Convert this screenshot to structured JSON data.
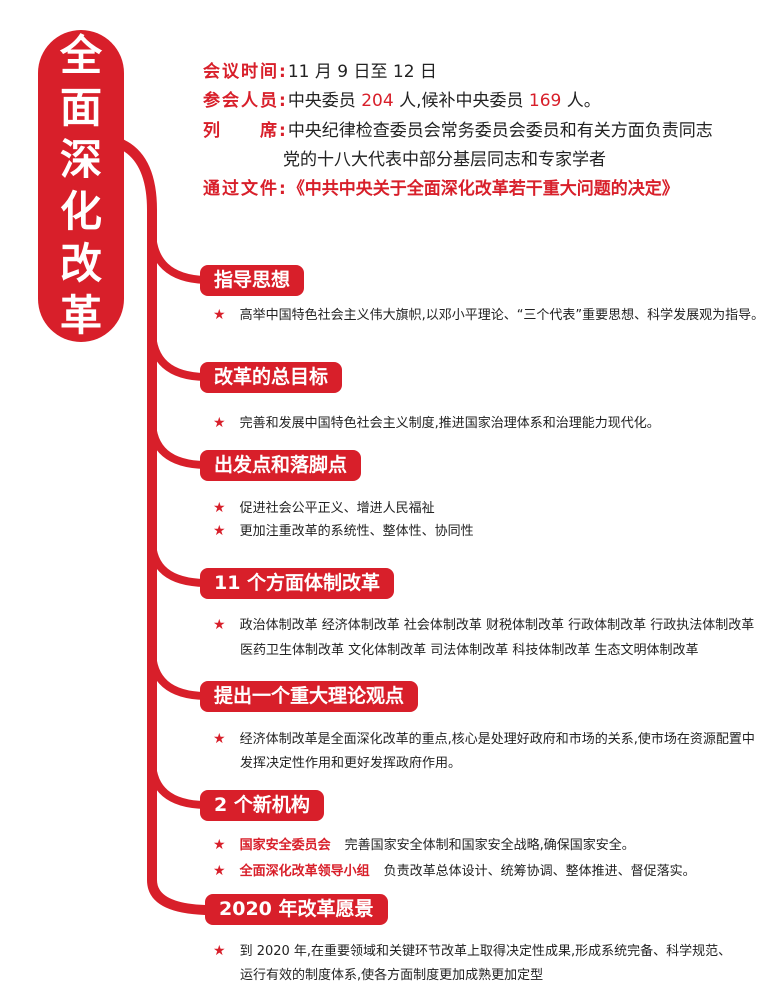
{
  "title_chars": [
    "全",
    "面",
    "深",
    "化",
    "改",
    "革"
  ],
  "info": {
    "time": {
      "label": "会议时间:",
      "value": "11 月 9 日至 12 日"
    },
    "attendees": {
      "label": "参会人员:",
      "pre": "中央委员 ",
      "n1": "204",
      "mid": " 人,候补中央委员 ",
      "n2": "169",
      "post": " 人。"
    },
    "present": {
      "label": "列　　席:",
      "line1": "中央纪律检查委员会常务委员会委员和有关方面负责同志",
      "line2": "党的十八大代表中部分基层同志和专家学者"
    },
    "document": {
      "label": "通过文件:",
      "value": "《中共中央关于全面深化改革若干重大问题的决定》"
    }
  },
  "sections": [
    {
      "title": "指导思想",
      "lines": [
        "高举中国特色社会主义伟大旗帜,以邓小平理论、“三个代表”重要思想、科学发展观为指导。"
      ]
    },
    {
      "title": "改革的总目标",
      "lines": [
        "完善和发展中国特色社会主义制度,推进国家治理体系和治理能力现代化。"
      ]
    },
    {
      "title": "出发点和落脚点",
      "lines": [
        "促进社会公平正义、增进人民福祉",
        "更加注重改革的系统性、整体性、协同性"
      ]
    },
    {
      "title": "11 个方面体制改革",
      "lines": [
        "政治体制改革  经济体制改革 社会体制改革 财税体制改革 行政体制改革 行政执法体制改革",
        "医药卫生体制改革 文化体制改革 司法体制改革 科技体制改革 生态文明体制改革"
      ]
    },
    {
      "title": "提出一个重大理论观点",
      "lines": [
        "经济体制改革是全面深化改革的重点,核心是处理好政府和市场的关系,使市场在资源配置中",
        "发挥决定性作用和更好发挥政府作用。"
      ]
    },
    {
      "title": "2 个新机构",
      "items": [
        {
          "name": "国家安全委员会",
          "desc": "完善国家安全体制和国家安全战略,确保国家安全。"
        },
        {
          "name": "全面深化改革领导小组",
          "desc": "负责改革总体设计、统筹协调、整体推进、督促落实。"
        }
      ]
    },
    {
      "title": "2020 年改革愿景",
      "lines": [
        "到 2020 年,在重要领域和关键环节改革上取得决定性成果,形成系统完备、科学规范、",
        "运行有效的制度体系,使各方面制度更加成熟更加定型"
      ]
    }
  ],
  "colors": {
    "accent": "#d81f2a"
  }
}
